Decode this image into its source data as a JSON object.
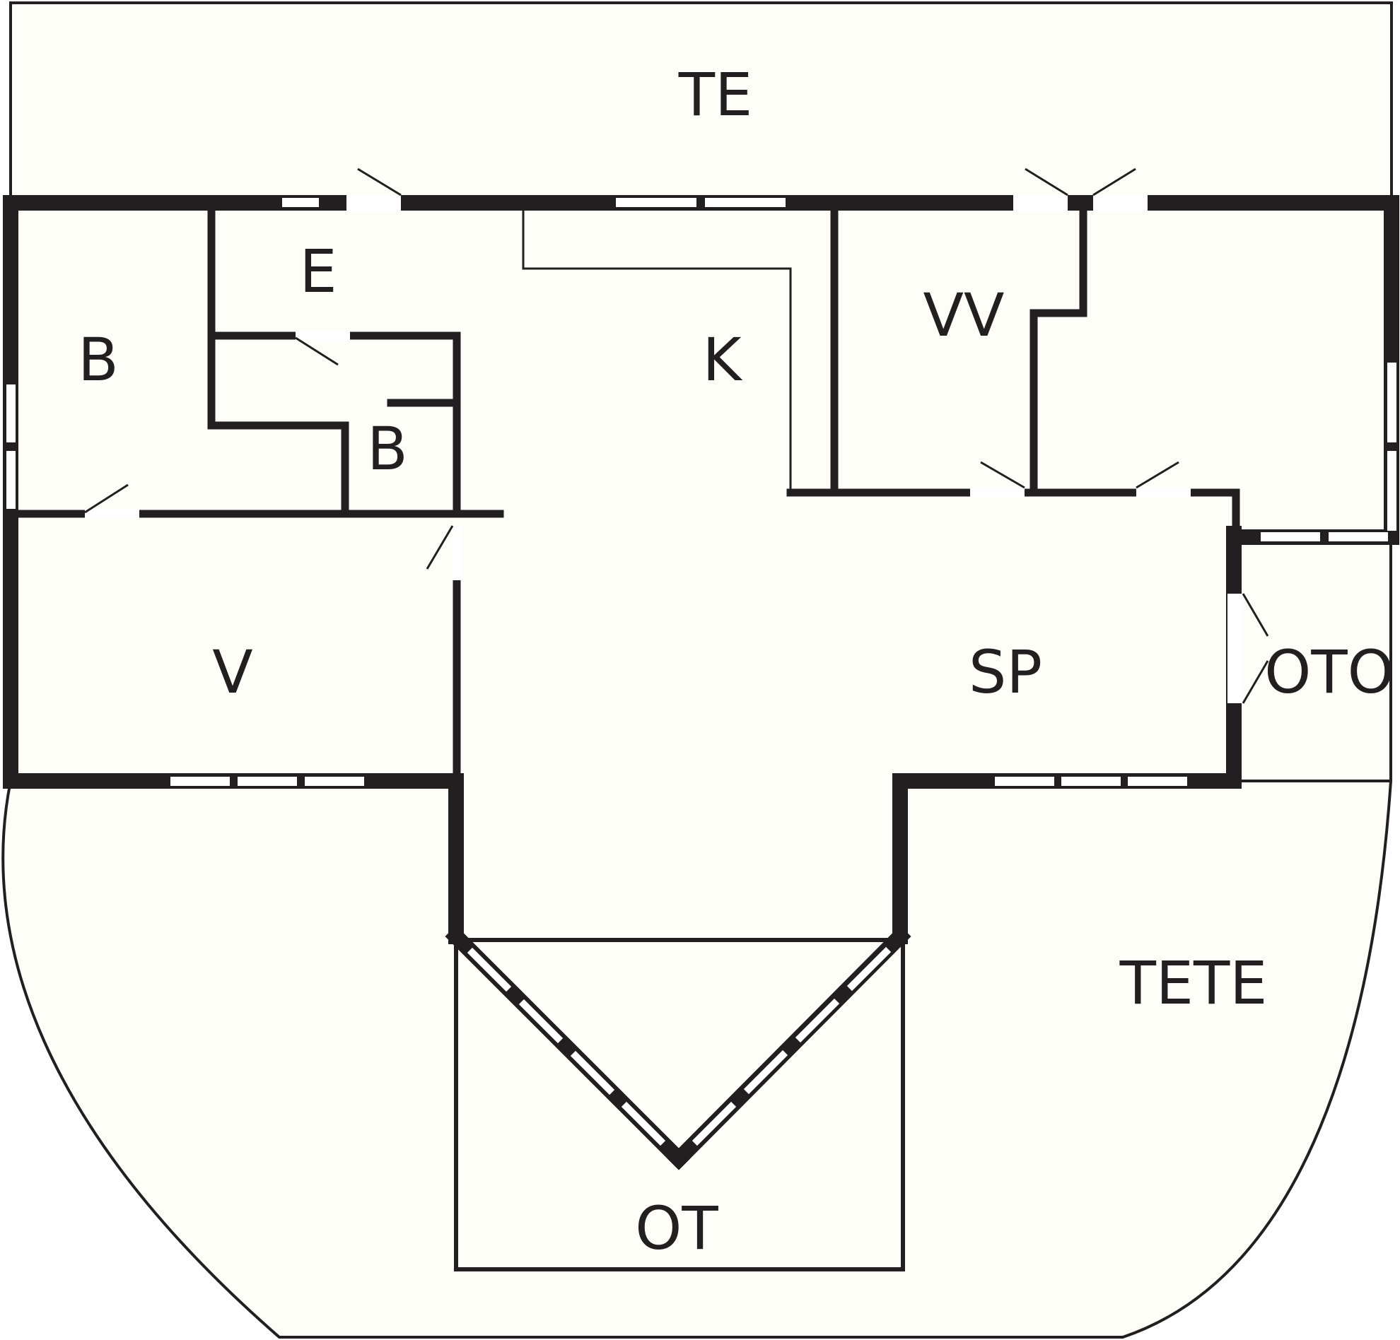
{
  "colors": {
    "wall": "#231f20",
    "floor": "#fefef8",
    "opening": "#ffffff"
  },
  "rooms": {
    "terrace_top": "TE",
    "entrance": "E",
    "bedroom_left": "B",
    "bedroom_small": "B",
    "kitchen": "K",
    "bathroom": "VV",
    "living": "V",
    "sauna": "SP",
    "outdoor_room": "OTO",
    "terrace_bottom": "TETE",
    "outdoor_area": "OT"
  }
}
